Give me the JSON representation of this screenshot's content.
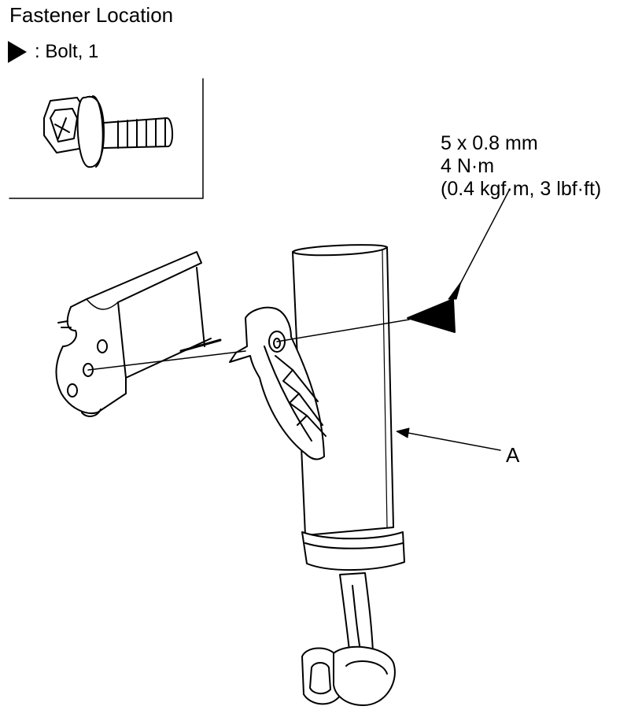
{
  "header": {
    "title": "Fastener Location"
  },
  "legend": {
    "symbol": "triangle-marker-icon",
    "text": ": Bolt, 1"
  },
  "spec": {
    "thread": "5 x 0.8 mm",
    "torque": "4 N·m",
    "torque_alt": "(0.4 kgf·m, 3 lbf·ft)"
  },
  "callouts": {
    "a": "A"
  }
}
